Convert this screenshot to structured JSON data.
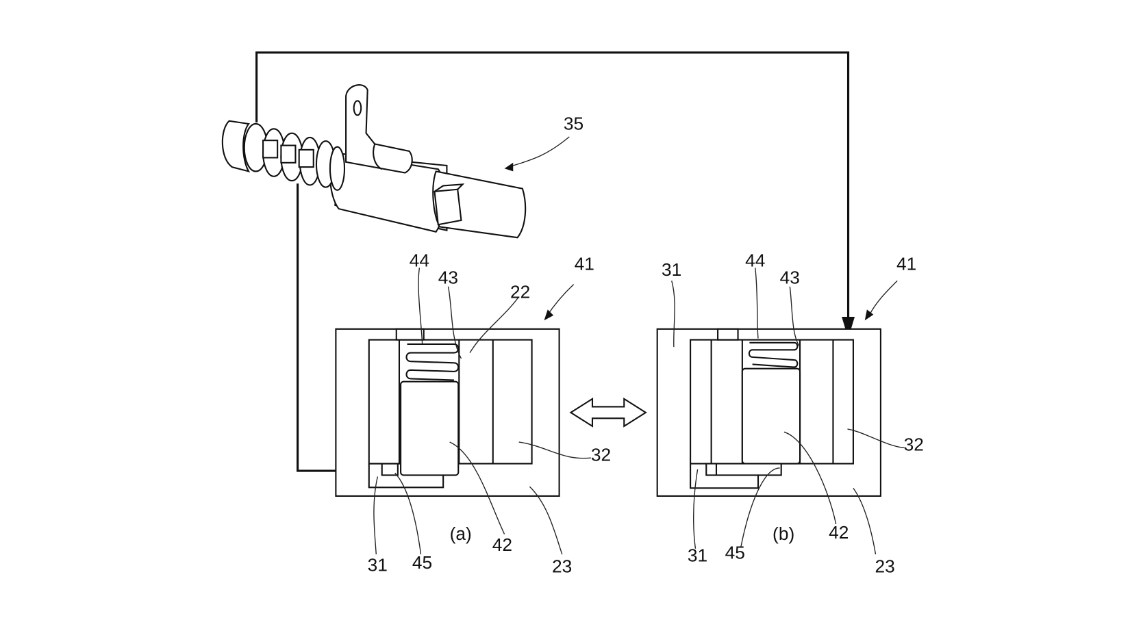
{
  "figure": {
    "description": "Patent drawing: oil control valve connected to a lock-pin mechanism shown in two states",
    "line_color": "#111111",
    "background": "#ffffff"
  },
  "components": {
    "valve": {
      "ref": "35",
      "name": "oil control valve"
    },
    "state_a": {
      "caption": "(a)",
      "assembly_ref": "41",
      "labels": {
        "spring": "44",
        "spring_seat": "43",
        "rotor": "22",
        "housing_upper": "32",
        "pin": "42",
        "housing_lower": "23",
        "chamber": "31",
        "stopper": "45"
      }
    },
    "state_b": {
      "caption": "(b)",
      "assembly_ref": "41",
      "labels": {
        "chamber_top": "31",
        "spring": "44",
        "spring_seat": "43",
        "housing_upper": "32",
        "pin": "42",
        "housing_lower": "23",
        "chamber": "31",
        "stopper": "45"
      }
    },
    "transition_arrow": "double-arrow-icon"
  }
}
